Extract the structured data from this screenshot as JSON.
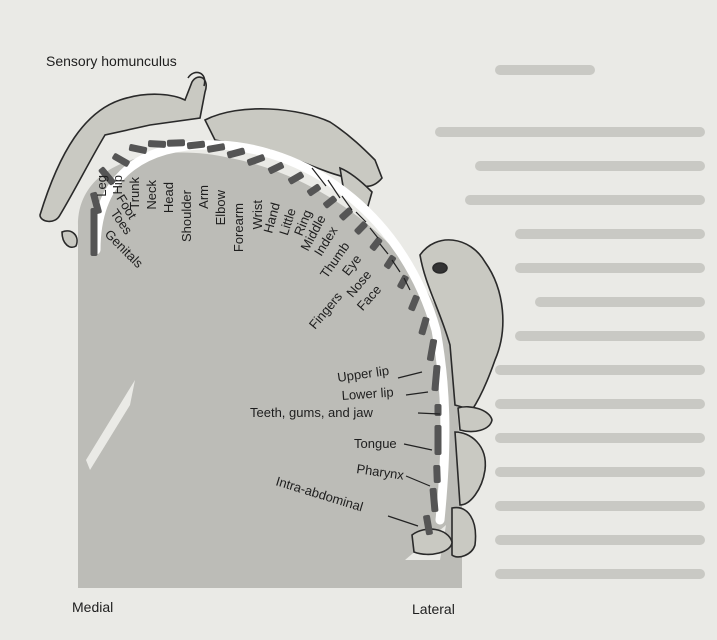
{
  "title": "Sensory homunculus",
  "orientation": {
    "medial": "Medial",
    "lateral": "Lateral"
  },
  "body_parts": [
    {
      "label": "Leg"
    },
    {
      "label": "Hip"
    },
    {
      "label": "Trunk"
    },
    {
      "label": "Neck"
    },
    {
      "label": "Head"
    },
    {
      "label": "Shoulder"
    },
    {
      "label": "Arm"
    },
    {
      "label": "Elbow"
    },
    {
      "label": "Forearm"
    },
    {
      "label": "Wrist"
    },
    {
      "label": "Hand"
    },
    {
      "label": "Little"
    },
    {
      "label": "Ring"
    },
    {
      "label": "Middle"
    },
    {
      "label": "Index"
    },
    {
      "label": "Thumb"
    },
    {
      "label": "Eye"
    },
    {
      "label": "Nose"
    },
    {
      "label": "Face"
    },
    {
      "label": "Upper lip"
    },
    {
      "label": "Lower lip"
    },
    {
      "label": "Teeth, gums, and jaw"
    },
    {
      "label": "Tongue"
    },
    {
      "label": "Pharynx"
    },
    {
      "label": "Intra-abdominal"
    },
    {
      "label": "Foot"
    },
    {
      "label": "Toes"
    },
    {
      "label": "Genitals"
    },
    {
      "label": "Fingers"
    }
  ],
  "colors": {
    "page": "#eaeae6",
    "cortex": "#bcbcb7",
    "strip": "#555555",
    "text": "#1e1e1e"
  }
}
